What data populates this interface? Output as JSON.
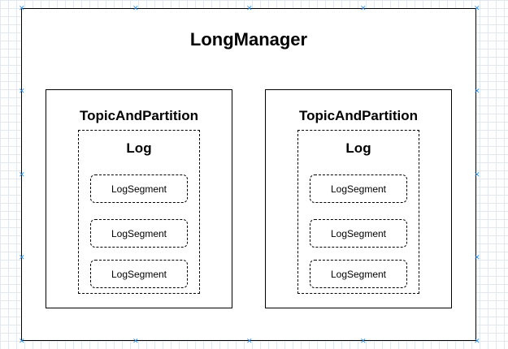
{
  "diagram": {
    "title": "LongManager",
    "partitions": [
      {
        "title": "TopicAndPartition",
        "log": {
          "title": "Log",
          "segments": [
            "LogSegment",
            "LogSegment",
            "LogSegment"
          ]
        }
      },
      {
        "title": "TopicAndPartition",
        "log": {
          "title": "Log",
          "segments": [
            "LogSegment",
            "LogSegment",
            "LogSegment"
          ]
        }
      }
    ]
  },
  "colors": {
    "grid": "#e3e7ee",
    "border": "#000000",
    "selection_handle": "#2a8fe6"
  },
  "icons": {
    "selection_handle": "cross-handle-icon"
  }
}
